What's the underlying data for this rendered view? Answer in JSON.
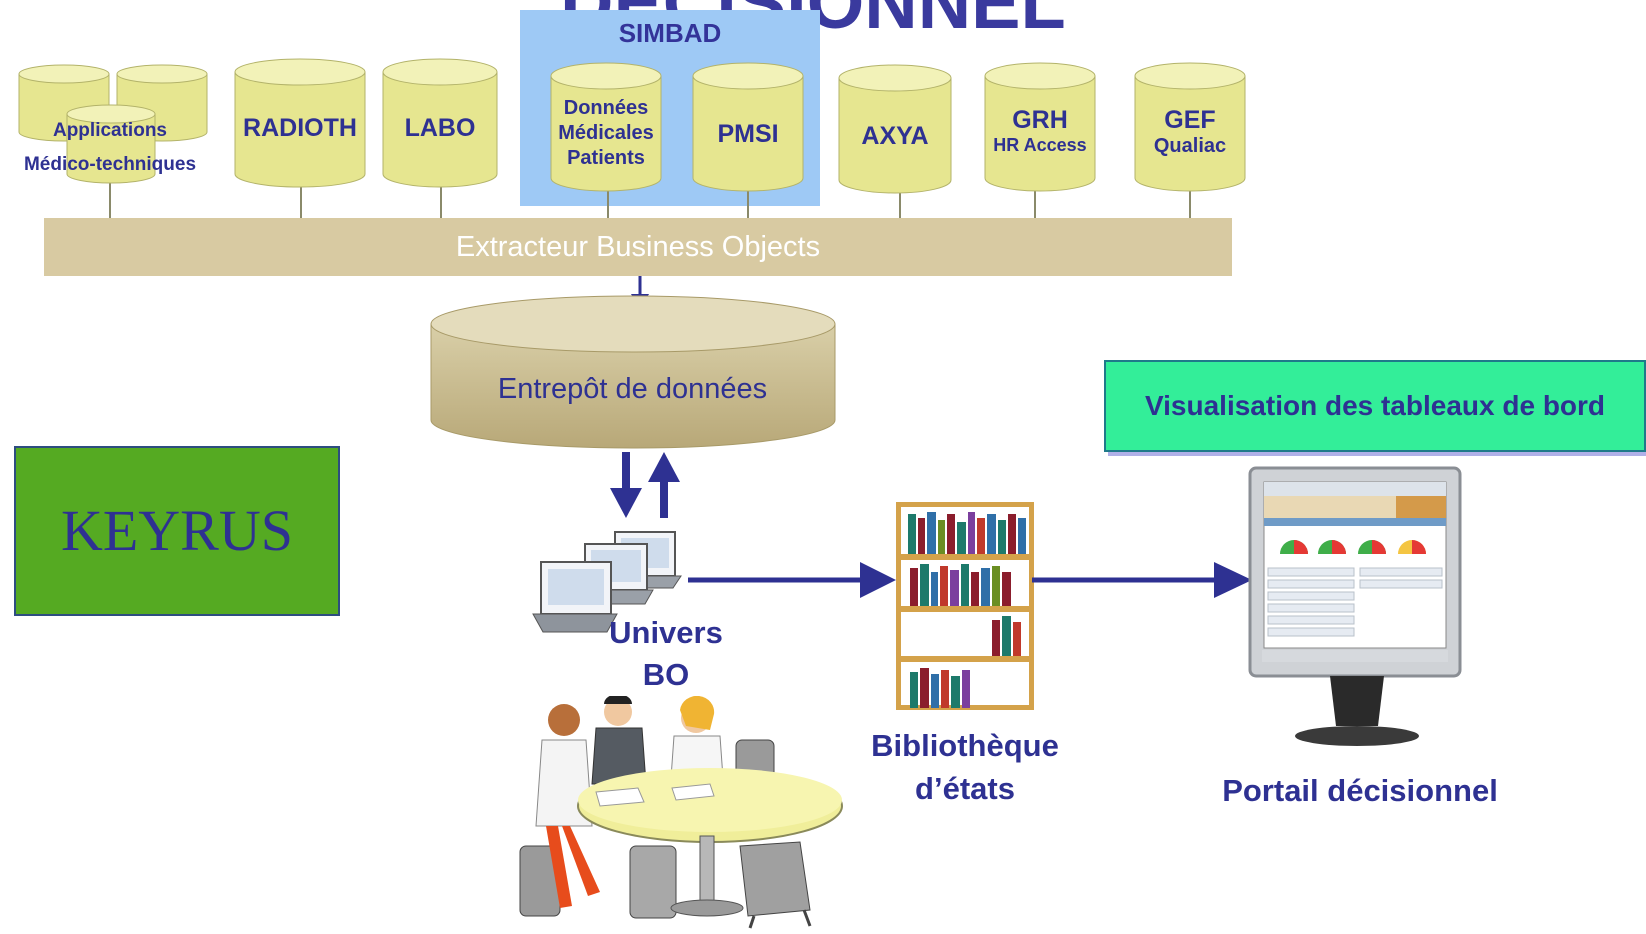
{
  "diagram": {
    "title_partial": "DÉCISIONNEL",
    "simbad_label": "SIMBAD",
    "sources": {
      "applications": {
        "line1": "Applications",
        "line2": "Médico-techniques"
      },
      "radioth": "RADIOTH",
      "labo": "LABO",
      "donnees": {
        "line1": "Données",
        "line2": "Médicales",
        "line3": "Patients"
      },
      "pmsi": "PMSI",
      "axya": "AXYA",
      "grh": {
        "line1": "GRH",
        "line2": "HR Access"
      },
      "gef": {
        "line1": "GEF",
        "line2": "Qualiac"
      }
    },
    "extractor_label": "Extracteur Business Objects",
    "warehouse_label": "Entrepôt de données",
    "keyrus_label": "KEYRUS",
    "visualisation_label": "Visualisation des tableaux de bord",
    "univers_label": {
      "line1": "Univers",
      "line2": "BO"
    },
    "bibliotheque_label": {
      "line1": "Bibliothèque",
      "line2": "d’états"
    },
    "portail_label": "Portail décisionnel"
  },
  "colors": {
    "text_blue": "#2e3192",
    "cylinder_yellow": "#e8e89a",
    "bus_tan": "#d8caa2",
    "arrow_navy": "#2e3192",
    "keyrus_green": "#55aa22",
    "visualisation_green": "#33ee99",
    "simbad_blue": "#9ec9f5"
  }
}
